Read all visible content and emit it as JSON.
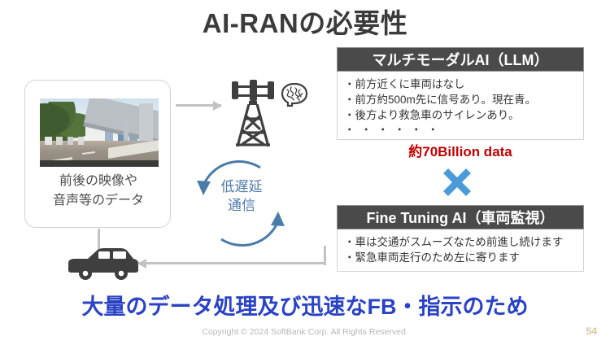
{
  "slide": {
    "title": "AI-RANの必要性",
    "page_number": "54",
    "copyright": "Copyright © 2024 SoftBank Corp. All Rights Reserved.",
    "message": "大量のデータ処理及び迅速なFB・指示のため"
  },
  "source": {
    "caption_line1": "前後の映像や",
    "caption_line2": "音声等のデータ",
    "image_alt": "dashcam-road-view"
  },
  "network": {
    "tower_icon": "cell-tower-icon",
    "brain_icon": "brain-icon",
    "loop_label_line1": "低遅延",
    "loop_label_line2": "通信",
    "loop_color": "#4f7aa8"
  },
  "vehicle": {
    "icon": "car-icon"
  },
  "panels": [
    {
      "id": "llm",
      "header": "マルチモーダルAI（LLM）",
      "bullets": [
        "・前方近くに車両はなし",
        "・前方約500m先に信号あり。現在青。",
        "・後方より救急車のサイレンあり。"
      ],
      "dots": "・・・・・・",
      "highlight": "約70Billion data",
      "highlight_color": "#c00000"
    },
    {
      "id": "fine-tuning",
      "header": "Fine Tuning AI（車両監視）",
      "bullets": [
        "・車は交通がスムーズなため前進し続けます",
        "・緊急車両走行のため左に寄ります"
      ],
      "dots": "",
      "highlight": "",
      "highlight_color": ""
    }
  ],
  "operator": {
    "symbol": "multiply-icon",
    "color": "#4b9bd8"
  },
  "colors": {
    "header_bar": "#4a4a4a",
    "title_text": "#3b3b3b",
    "message_text": "#2a43c4",
    "arrow": "#c2c2c2"
  }
}
